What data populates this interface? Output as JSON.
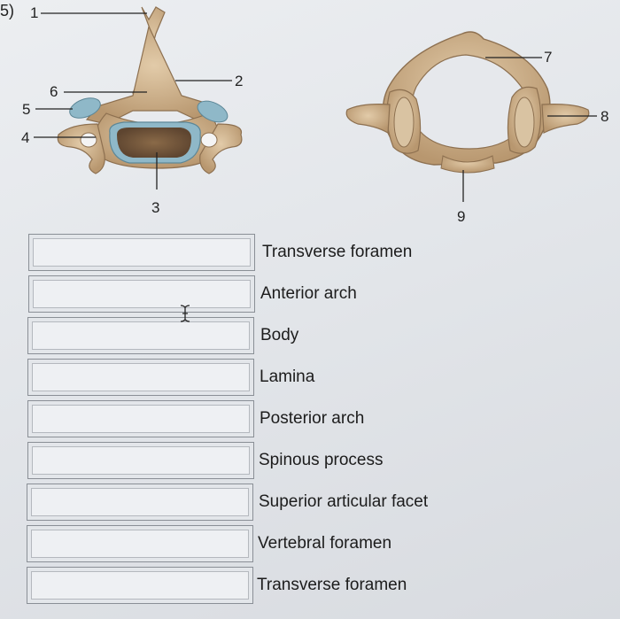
{
  "question": {
    "label": "5)"
  },
  "figure": {
    "callouts": [
      "1",
      "2",
      "3",
      "4",
      "5",
      "6",
      "7",
      "8",
      "9"
    ]
  },
  "terms": [
    "Transverse foramen",
    "Anterior arch",
    "Body",
    "Lamina",
    "Posterior arch",
    "Spinous process",
    "Superior articular facet",
    "Vertebral foramen",
    "Transverse foramen"
  ],
  "answers": [
    "",
    "",
    "",
    "",
    "",
    "",
    "",
    "",
    ""
  ],
  "colors": {
    "bone": "#cbb08e",
    "cartilage": "#8fb8c8",
    "text": "#222222"
  },
  "icons": {
    "cursor": "text-cursor-icon"
  }
}
